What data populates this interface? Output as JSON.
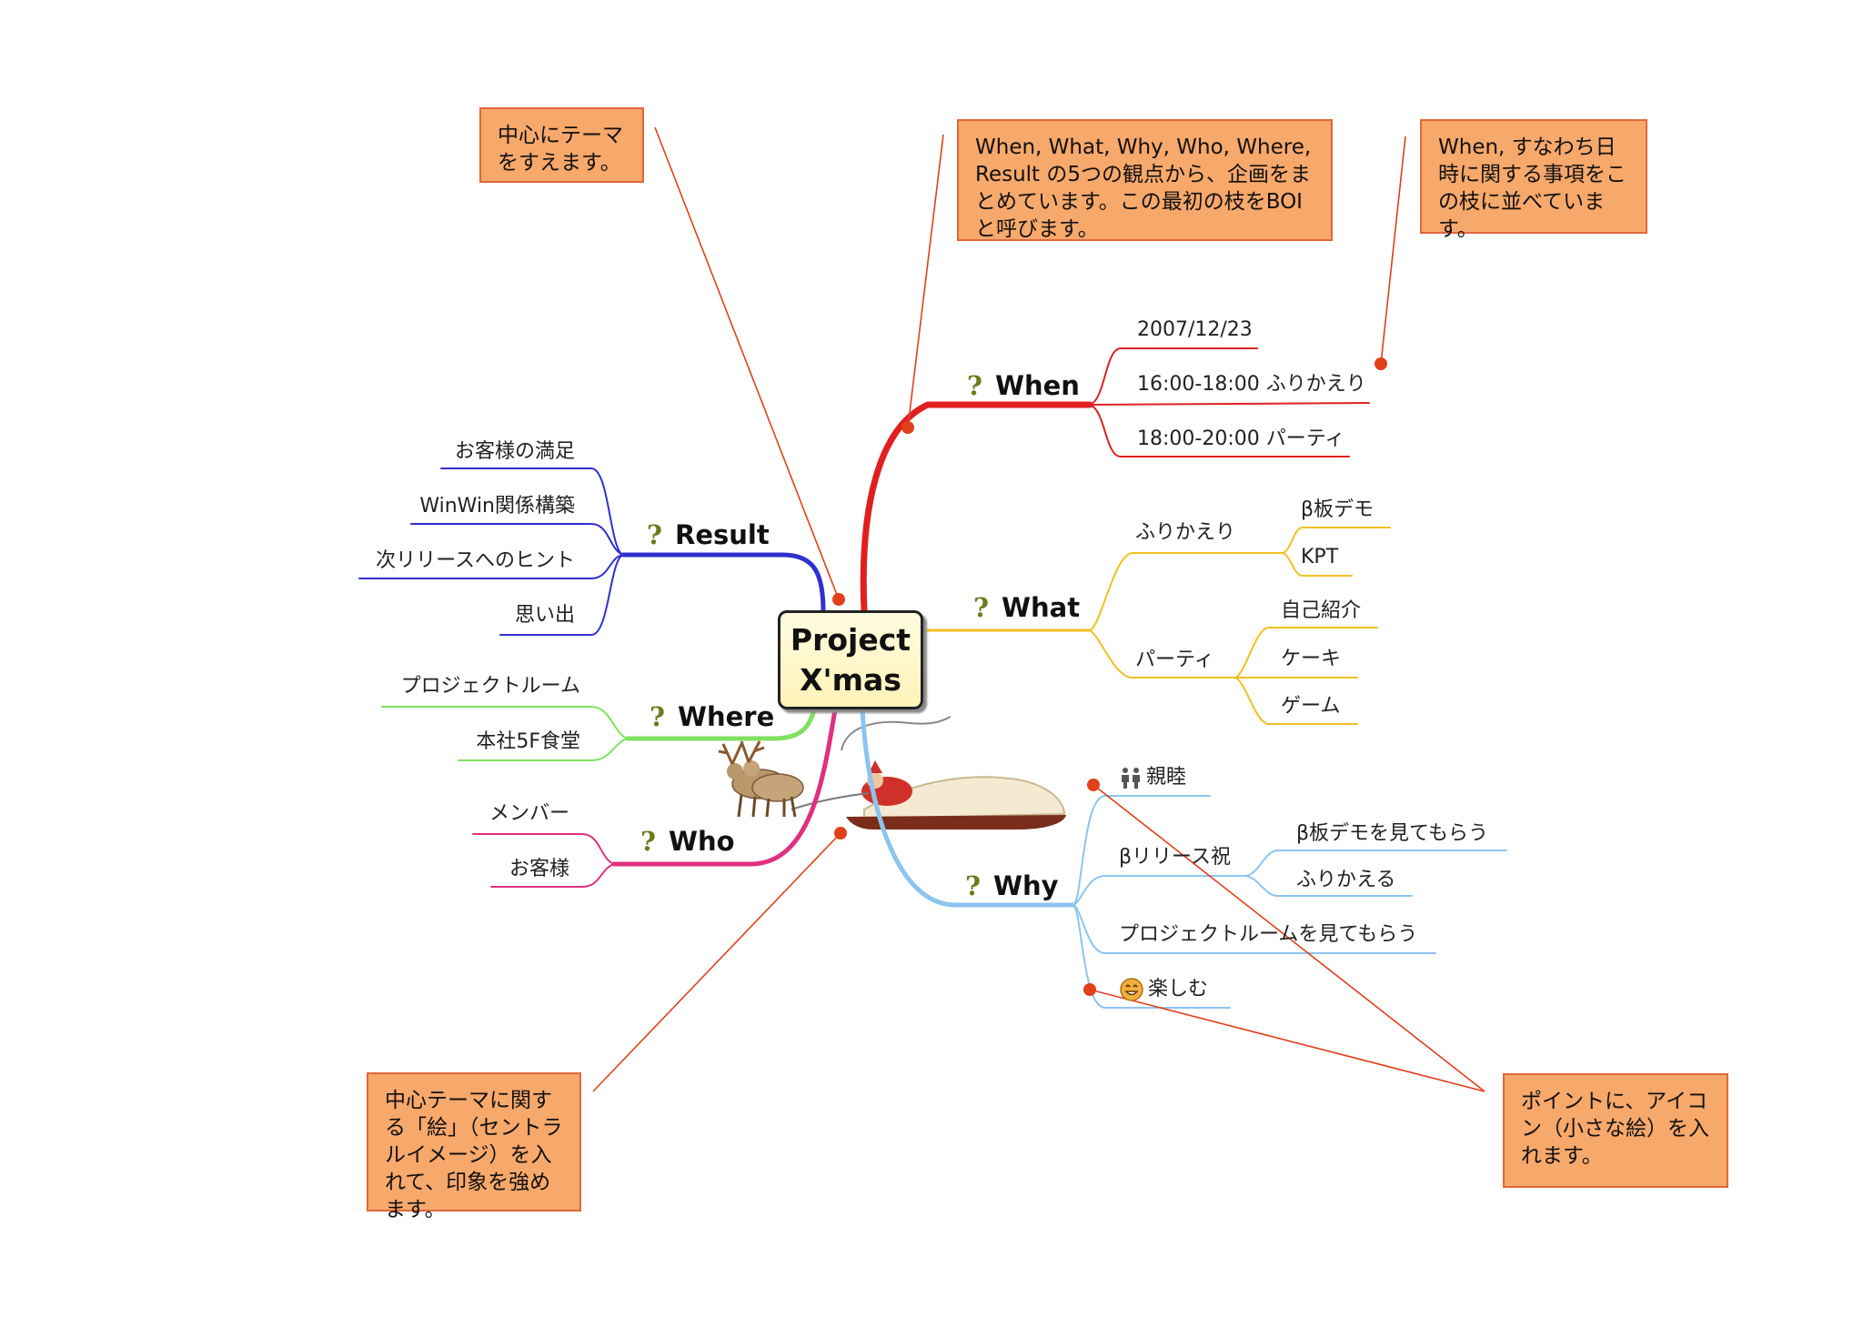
{
  "center": {
    "line1": "Project",
    "line2": "X'mas"
  },
  "question_mark": "?",
  "branches": {
    "when": {
      "label": "When",
      "color": "#e02020",
      "items": [
        "2007/12/23",
        "16:00-18:00 ふりかえり",
        "18:00-20:00 パーティ"
      ]
    },
    "what": {
      "label": "What",
      "color": "#f0c020",
      "sub1": {
        "label": "ふりかえり",
        "items": [
          "β板デモ",
          "KPT"
        ]
      },
      "sub2": {
        "label": "パーティ",
        "items": [
          "自己紹介",
          "ケーキ",
          "ゲーム"
        ]
      }
    },
    "why": {
      "label": "Why",
      "color": "#8cc4f0",
      "items": {
        "shinboku": "親睦",
        "release": "βリリース祝",
        "project_room": "プロジェクトルームを見てもらう",
        "enjoy": "楽しむ"
      },
      "release_items": [
        "β板デモを見てもらう",
        "ふりかえる"
      ]
    },
    "result": {
      "label": "Result",
      "color": "#3030d0",
      "items": [
        "お客様の満足",
        "WinWin関係構築",
        "次リリースへのヒント",
        "思い出"
      ]
    },
    "where": {
      "label": "Where",
      "color": "#80e060",
      "items": [
        "プロジェクトルーム",
        "本社5F食堂"
      ]
    },
    "who": {
      "label": "Who",
      "color": "#e03080",
      "items": [
        "メンバー",
        "お客様"
      ]
    }
  },
  "notes": {
    "center_theme": "中心にテーマをすえます。",
    "boi": "When, What, Why, Who, Where, Result の5つの観点から、企画をまとめています。この最初の枝をBOIと呼びます。",
    "when_note": "When, すなわち日時に関する事項をこの枝に並べています。",
    "image_note": "中心テーマに関する「絵」（セントラルイメージ）を入れて、印象を強めます。",
    "icon_note": "ポイントに、アイコン（小さな絵）を入れます。"
  },
  "icons": [
    "people-icon",
    "smiley-icon",
    "reindeer-sleigh-image"
  ],
  "colors": {
    "note_fill": "#f7a86b",
    "note_border": "#e0673a",
    "leader_line": "#e0401a"
  }
}
